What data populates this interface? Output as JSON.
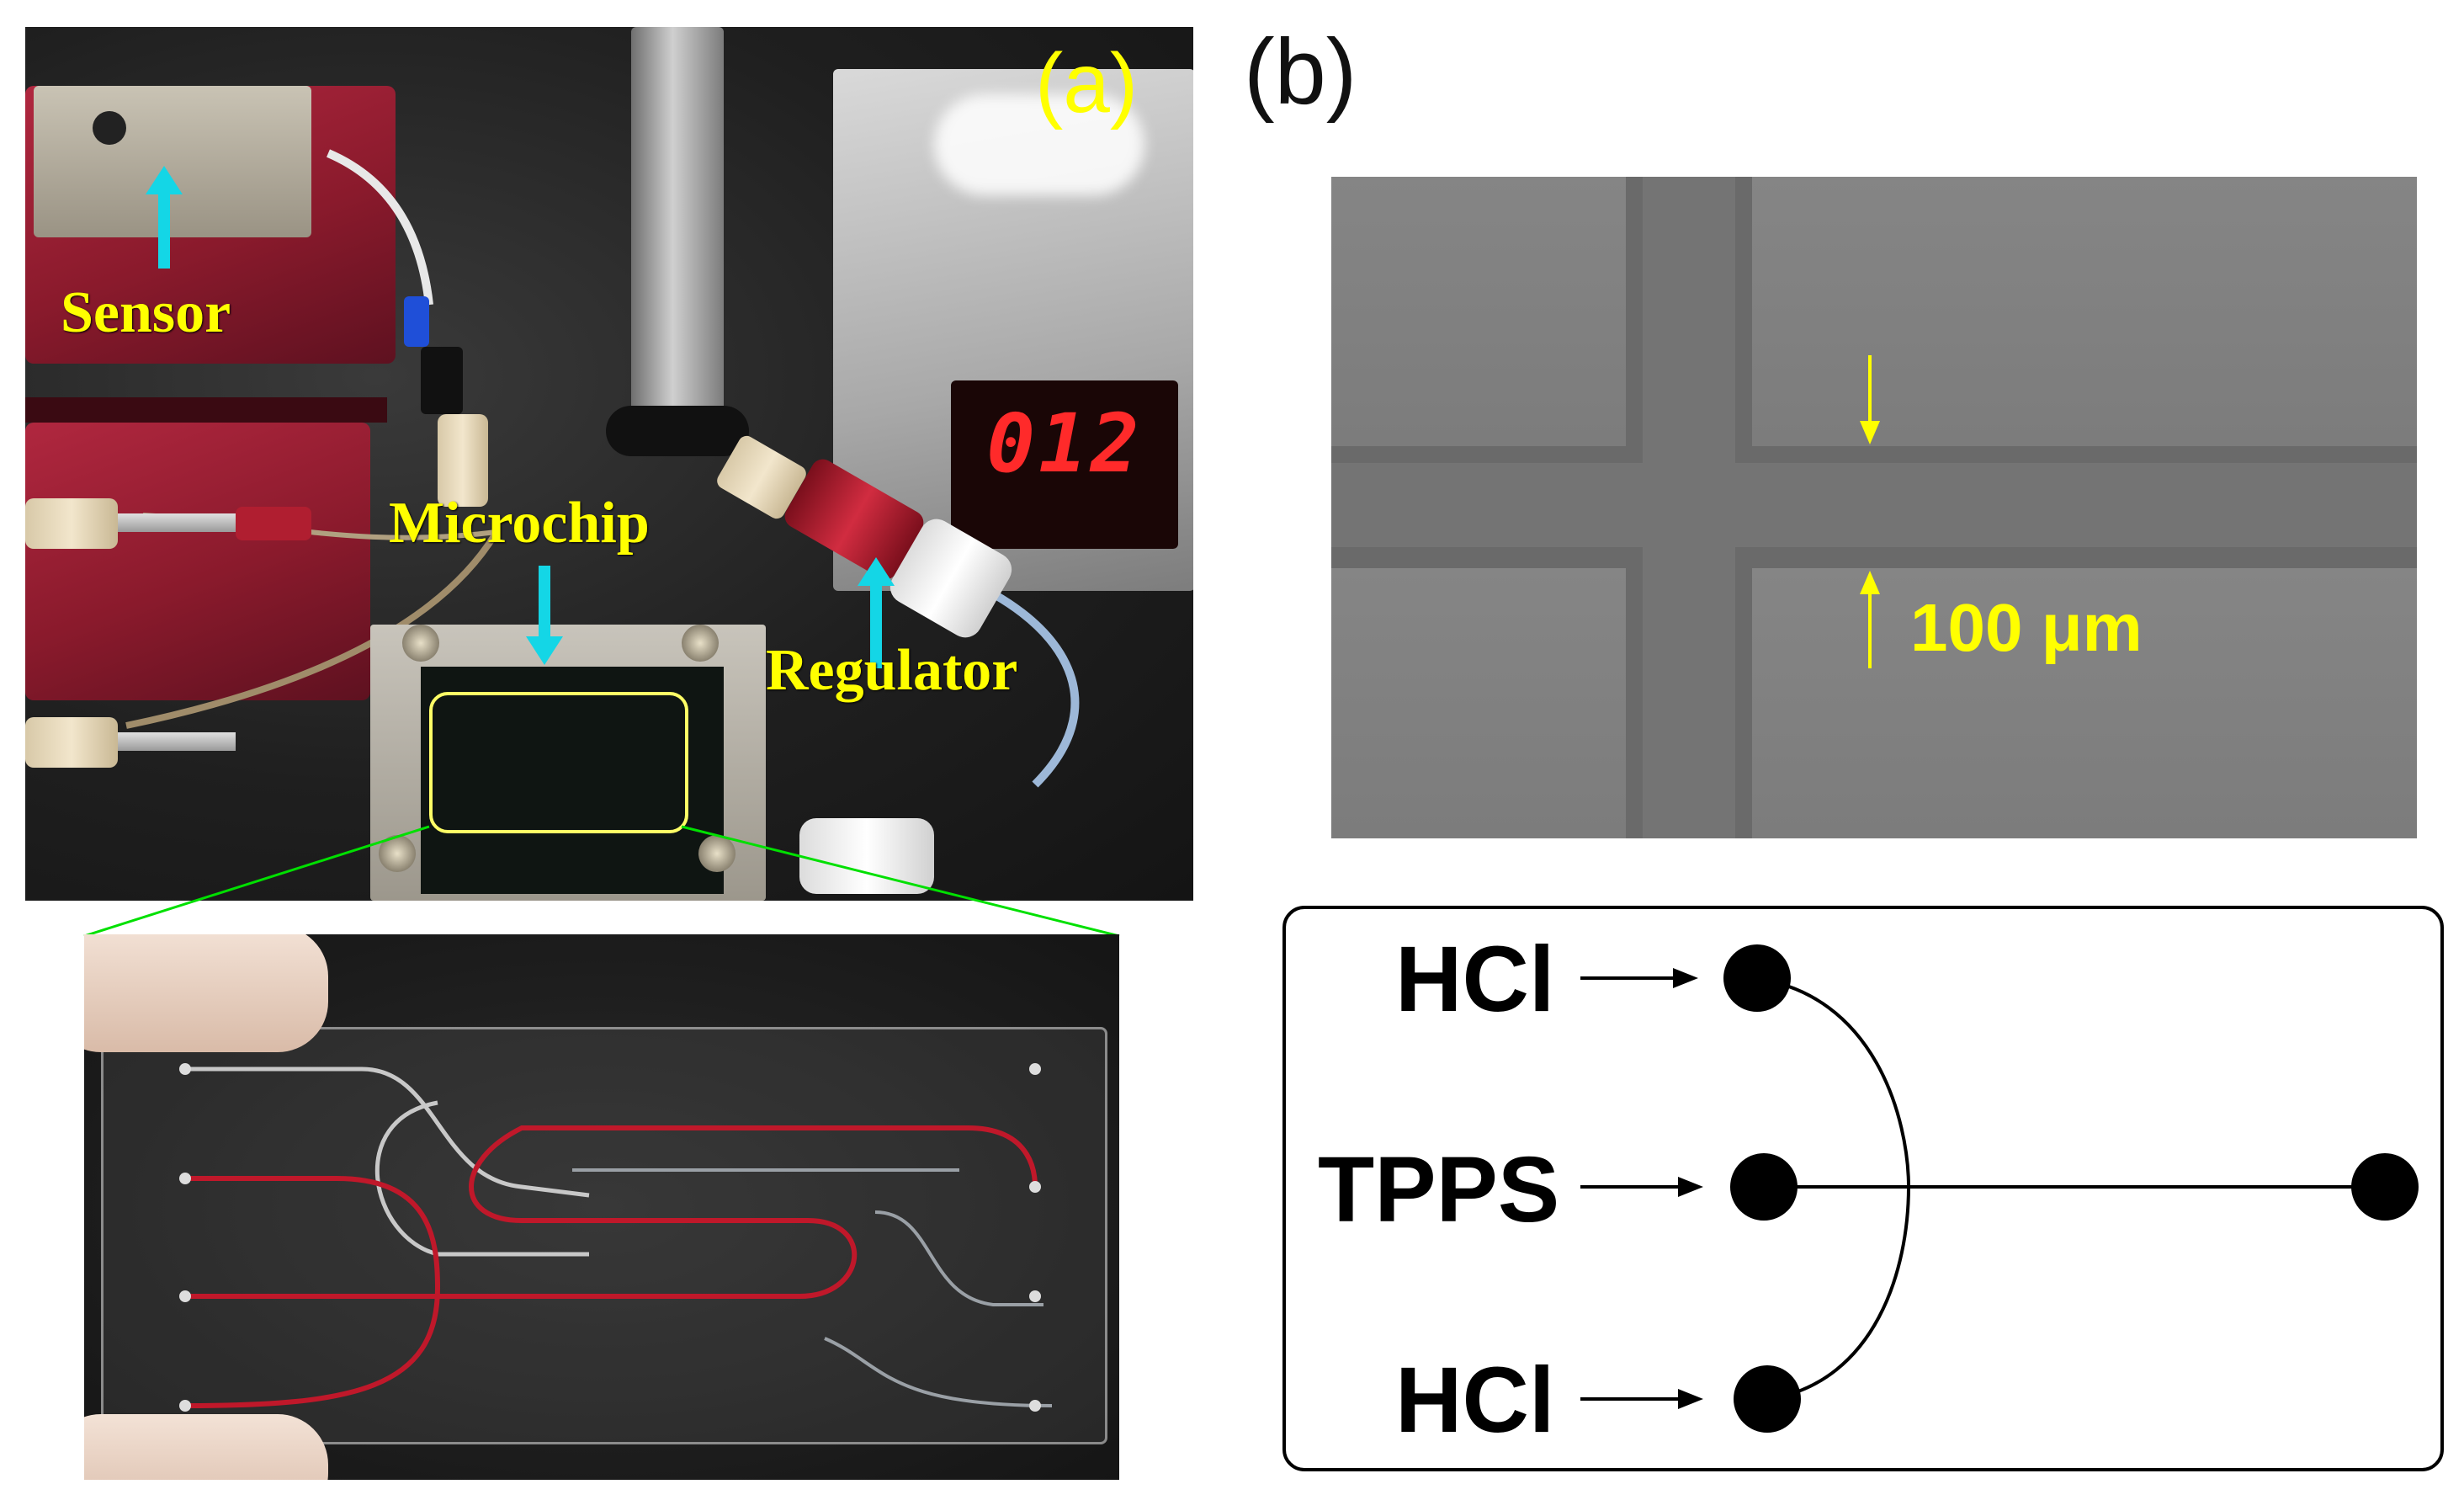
{
  "panel_a": {
    "tag": "(a)",
    "labels": {
      "sensor": "Sensor",
      "microchip": "Microchip",
      "regulator": "Regulator"
    },
    "regulator_display": "012",
    "colors": {
      "label": "#ffff00",
      "arrow": "#14d6e6",
      "highlight": "#ffff66",
      "zoom_lines": "#00e000",
      "channel": "#c0182a"
    }
  },
  "panel_b": {
    "tag": "(b)",
    "sem_scale": "100 μm",
    "schematic": {
      "inlet_top": "HCl",
      "inlet_middle": "TPPS",
      "inlet_bottom": "HCl"
    }
  }
}
